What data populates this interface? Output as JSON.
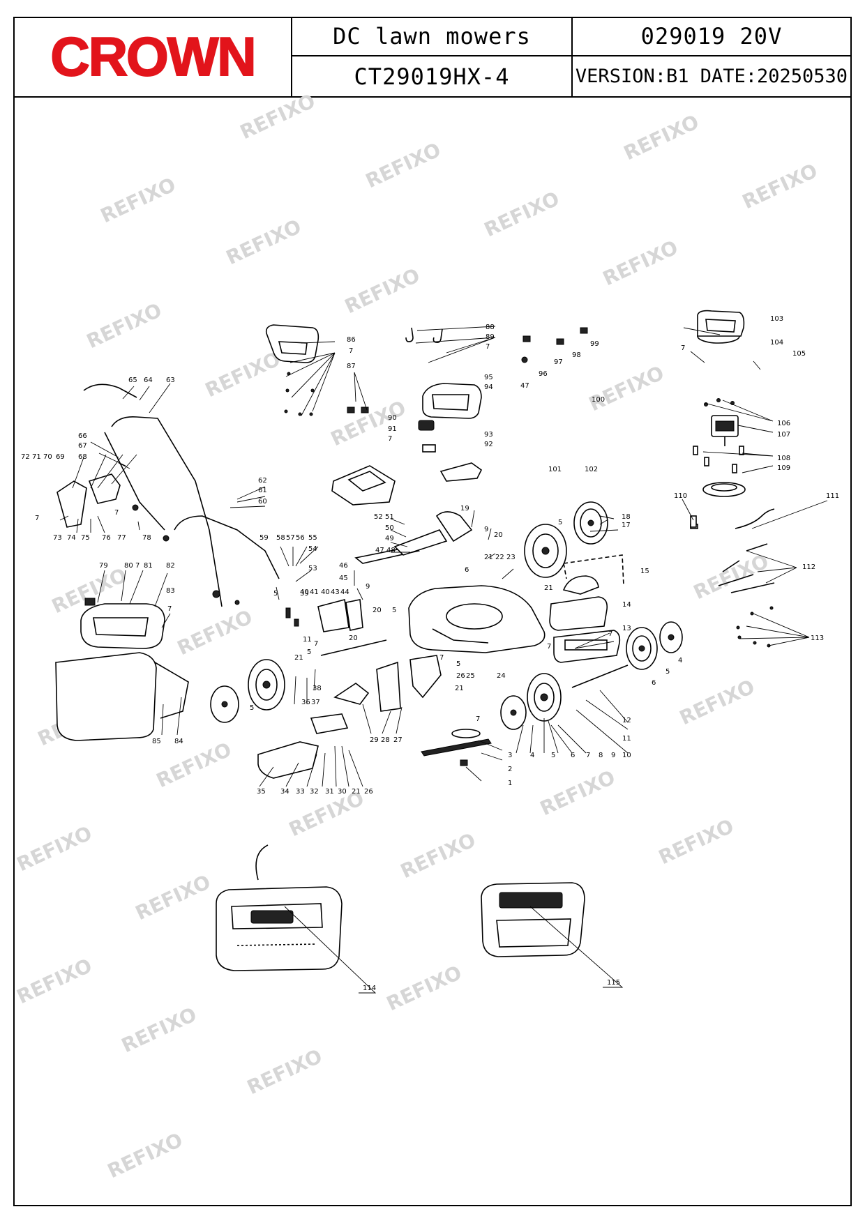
{
  "brand": {
    "logo_text": "CROWN",
    "logo_color": "#e2141b"
  },
  "header": {
    "product_type": "DC lawn mowers",
    "code_voltage": "029019 20V",
    "model": "CT29019HX-4",
    "version_date": "VERSION:B1 DATE:20250530"
  },
  "watermark": "REFIXO",
  "part_numbers": {
    "p1": "1",
    "p2": "2",
    "p3": "3",
    "p4a": "4",
    "p5a": "5",
    "p6a": "6",
    "p7a": "7",
    "p8": "8",
    "p9": "9",
    "p10": "10",
    "p11": "11",
    "p12": "12",
    "p13": "13",
    "p14": "14",
    "p15": "15",
    "p17": "17",
    "p18": "18",
    "p19": "19",
    "p20": "20",
    "p21": "21",
    "p22": "22",
    "p23": "23",
    "p24": "24",
    "p25": "25",
    "p26": "26",
    "p27": "27",
    "p28": "28",
    "p29": "29",
    "p30": "30",
    "p31": "31",
    "p32": "32",
    "p33": "33",
    "p34": "34",
    "p35": "35",
    "p36": "36",
    "p37": "37",
    "p38": "38",
    "p39": "39",
    "p40": "40",
    "p41": "41",
    "p43": "43",
    "p44": "44",
    "p45": "45",
    "p46": "46",
    "p47": "47",
    "p48": "48",
    "p49": "49",
    "p50": "50",
    "p51": "51",
    "p52": "52",
    "p53": "53",
    "p54": "54",
    "p55": "55",
    "p56": "56",
    "p57": "57",
    "p58": "58",
    "p59": "59",
    "p60": "60",
    "p61": "61",
    "p62": "62",
    "p63": "63",
    "p64": "64",
    "p65": "65",
    "p66": "66",
    "p67": "67",
    "p68": "68",
    "p69": "69",
    "p70": "70",
    "p71": "71",
    "p72": "72",
    "p73": "73",
    "p74": "74",
    "p75": "75",
    "p76": "76",
    "p77": "77",
    "p78": "78",
    "p79": "79",
    "p80": "80",
    "p81": "81",
    "p82": "82",
    "p83": "83",
    "p84": "84",
    "p85": "85",
    "p86": "86",
    "p87": "87",
    "p88": "88",
    "p89": "89",
    "p90": "90",
    "p91": "91",
    "p92": "92",
    "p93": "93",
    "p94": "94",
    "p95": "95",
    "p96": "96",
    "p97": "97",
    "p98": "98",
    "p99": "99",
    "p100": "100",
    "p101": "101",
    "p102": "102",
    "p103": "103",
    "p104": "104",
    "p105": "105",
    "p106": "106",
    "p107": "107",
    "p108": "108",
    "p109": "109",
    "p110": "110",
    "p111": "111",
    "p112": "112",
    "p113": "113",
    "p114": "114",
    "p115": "115"
  }
}
